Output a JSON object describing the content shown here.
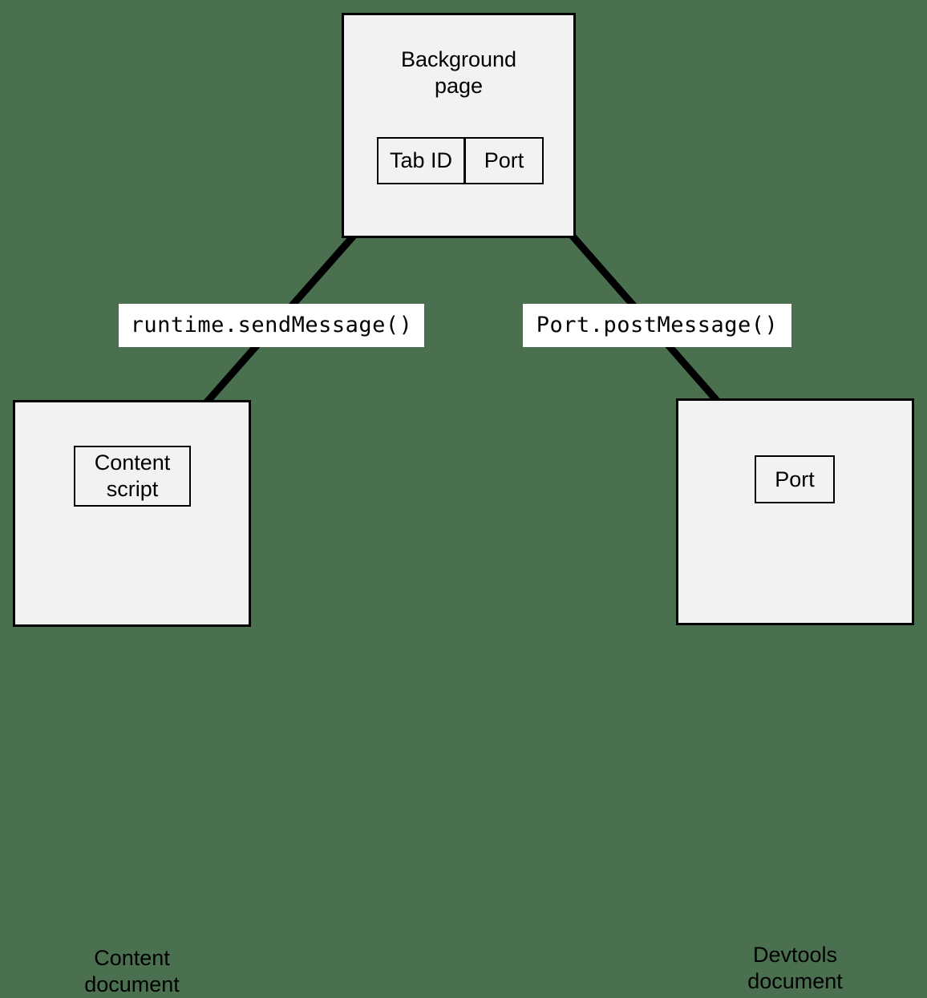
{
  "canvas": {
    "background_color": "#4a7050",
    "node_fill": "#f2f2f2",
    "stroke_color": "#000000",
    "label_fill": "#ffffff"
  },
  "nodes": {
    "background_page": {
      "title": "Background\npage",
      "children": {
        "tab_id": "Tab ID",
        "port": "Port"
      }
    },
    "content_document": {
      "title": "Content\ndocument",
      "children": {
        "content_script": "Content\nscript"
      }
    },
    "devtools_document": {
      "title": "Devtools\ndocument",
      "children": {
        "port": "Port"
      }
    }
  },
  "edges": {
    "content_to_background": {
      "label": "runtime.sendMessage()",
      "from": "content-script",
      "to": "tab-id",
      "style": "double-headed"
    },
    "devtools_to_background": {
      "label": "Port.postMessage()",
      "from": "devtools-port",
      "to": "port",
      "style": "double-headed"
    }
  }
}
